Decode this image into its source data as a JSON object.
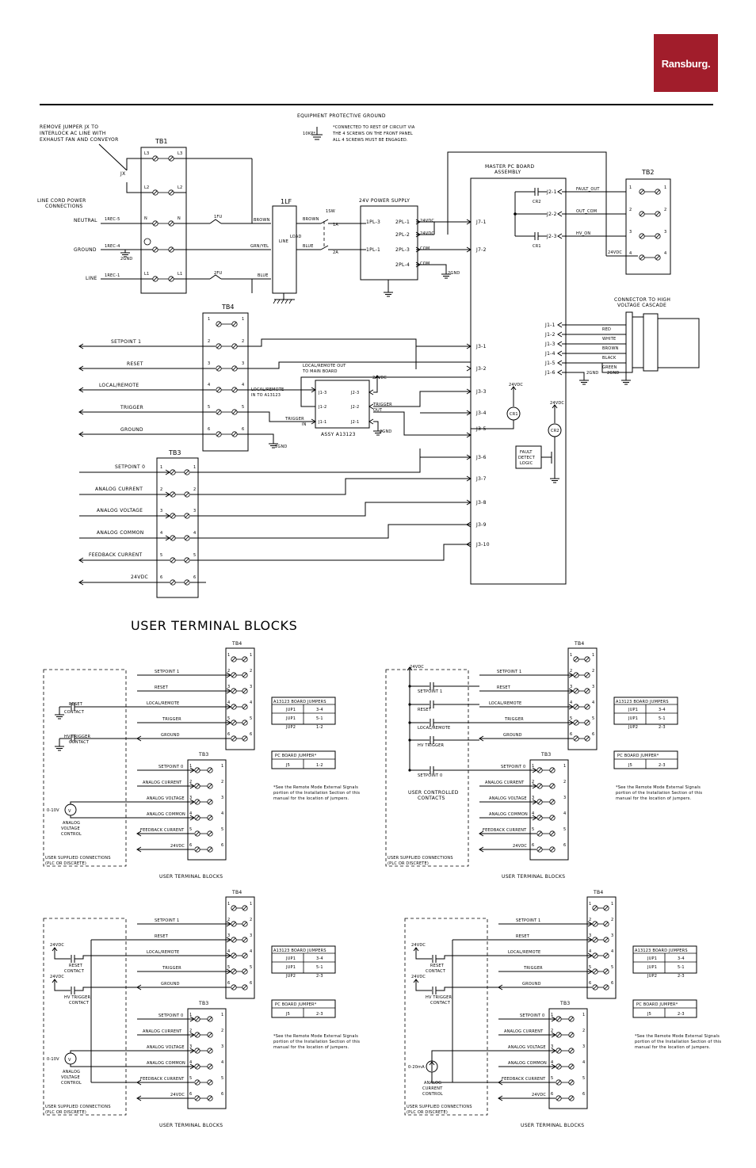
{
  "brand": {
    "name": "Ransburg.",
    "color": "#a11d2b"
  },
  "top": {
    "equipment_ground": "EQUIPMENT PROTECTIVE GROUND",
    "ground_sym_label": "10KP*",
    "ground_note_1": "*CONNECTED TO REST OF CIRCUIT VIA",
    "ground_note_2": "THE 4 SCREWS ON THE FRONT PANEL",
    "ground_note_3": "ALL 4 SCREWS MUST BE ENGAGED.",
    "jumper_note_1": "REMOVE JUMPER JX TO",
    "jumper_note_2": "INTERLOCK AC LINE WITH",
    "jumper_note_3": "EXHAUST FAN AND CONVEYOR",
    "jx": "JX",
    "line_cord_1": "LINE CORD POWER",
    "line_cord_2": "CONNECTIONS",
    "neutral": "NEUTRAL",
    "ground": "GROUND",
    "line": "LINE",
    "tb1": "TB1",
    "tb1_terms": [
      "L3",
      "L2",
      "N",
      "L1"
    ],
    "fuses": [
      "1FU",
      "2FU"
    ],
    "lf": "1LF",
    "lf_line": "LINE",
    "lf_load": "LOAD",
    "wire_brown": "BROWN",
    "wire_grnyel": "GRN/YEL",
    "wire_blue": "BLUE",
    "switch_label": "1SW",
    "switch_1a": "1A",
    "switch_2a": "2A",
    "supply_title": "24V POWER SUPPLY",
    "supply_left": [
      "1PL-3",
      "1PL-1"
    ],
    "supply_right": [
      "2PL-1",
      "2PL-2",
      "2PL-3",
      "2PL-4"
    ],
    "supply_out": [
      "24VDC",
      "24VDC",
      "COM",
      "COM"
    ],
    "master_1": "MASTER PC BOARD",
    "master_2": "ASSEMBLY",
    "j7": [
      "J7-1",
      "J7-2"
    ],
    "relays": [
      "CR2",
      "CR1"
    ],
    "j2": [
      "J2-1",
      "J2-2",
      "J2-3"
    ],
    "outputs": [
      "FAULT_OUT",
      "OUT_COM",
      "HV_ON"
    ],
    "tb2": "TB2",
    "tb2_24vdc": "24VDC",
    "cascade_1": "CONNECTOR TO HIGH",
    "cascade_2": "VOLTAGE CASCADE",
    "j1": [
      "J1-1",
      "J1-2",
      "J1-3",
      "J1-4",
      "J1-5",
      "J1-6"
    ],
    "colors": [
      "RED",
      "WHITE",
      "BROWN",
      "BLACK",
      "GREEN"
    ],
    "gnd": "2GND",
    "tb4": "TB4",
    "tb4_signals": [
      "SETPOINT 1",
      "RESET",
      "LOCAL/REMOTE",
      "TRIGGER",
      "GROUND"
    ],
    "lr_out_1": "LOCAL/REMOTE OUT",
    "lr_out_2": "TO MAIN BOARD",
    "lr_in_1": "LOCAL/REMOTE",
    "lr_in_2": "IN TO A13123",
    "trig_in_1": "TRIGGER",
    "trig_in_2": "IN",
    "trig_out_1": "TRIGGER",
    "trig_out_2": "OUT",
    "sub_left": [
      "J1-3",
      "J1-2",
      "J1-1"
    ],
    "sub_right": [
      "J2-3",
      "J2-2",
      "J2-1"
    ],
    "sub_assy": "ASSY A13123",
    "js": [
      "J3-1",
      "J3-2",
      "J3-3",
      "J3-4",
      "J3-5",
      "J3-6",
      "J3-7",
      "J3-8",
      "J3-9",
      "J3-10"
    ],
    "fault_logic": [
      "FAULT",
      "DETECT",
      "LOGIC"
    ],
    "tb3": "TB3",
    "tb3_signals": [
      "SETPOINT 0",
      "ANALOG CURRENT",
      "ANALOG VOLTAGE",
      "ANALOG COMMON",
      "FEEDBACK CURRENT",
      "24VDC"
    ]
  },
  "section_title": "USER TERMINAL BLOCKS",
  "panels": {
    "caption": "USER TERMINAL BLOCKS",
    "tb4": "TB4",
    "tb3": "TB3",
    "tb4_signals": [
      "SETPOINT 1",
      "RESET",
      "LOCAL/REMOTE",
      "TRIGGER",
      "GROUND"
    ],
    "tb3_signals": [
      "SETPOINT 0",
      "ANALOG CURRENT",
      "ANALOG VOLTAGE",
      "ANALOG COMMON",
      "FEEDBACK CURRENT",
      "24VDC"
    ],
    "a13123_title": "A13123 BOARD JUMPERS",
    "pc_title": "PC BOARD JUMPER*",
    "supplied_1": "USER SUPPLIED CONNECTIONS",
    "supplied_2": "(PLC OR DISCRETE)",
    "note_1": "*See the Remote Mode External Signals",
    "note_2": "portion of the Installation Section of this",
    "note_3": "manual for the location of jumpers.",
    "reset_contact": [
      "RESET",
      "CONTACT"
    ],
    "hv_trigger_contact": [
      "HV TRIGGER",
      "CONTACT"
    ],
    "v_10": "0-10V",
    "ma_20": "0-20mA",
    "v_symbol": "V",
    "analog_voltage_control": [
      "ANALOG",
      "VOLTAGE",
      "CONTROL"
    ],
    "analog_current_control": [
      "ANALOG",
      "CURRENT",
      "CONTROL"
    ],
    "vdc": "24VDC",
    "user_controlled": [
      "USER CONTROLLED",
      "CONTACTS"
    ],
    "user_contacts": [
      "SETPOINT 1",
      "RESET",
      "LOCAL/REMOTE",
      "HV TRIGGER",
      "SETPOINT 0"
    ],
    "a13123_tables": [
      [
        [
          "JUP1",
          "3-4"
        ],
        [
          "JUP1",
          "5-1"
        ],
        [
          "JUP2",
          "1-2"
        ]
      ],
      [
        [
          "JUP1",
          "3-4"
        ],
        [
          "JUP1",
          "5-1"
        ],
        [
          "JUP2",
          "2-3"
        ]
      ],
      [
        [
          "JUP1",
          "3-4"
        ],
        [
          "JUP1",
          "5-1"
        ],
        [
          "JUP2",
          "2-3"
        ]
      ],
      [
        [
          "JUP1",
          "3-4"
        ],
        [
          "JUP1",
          "5-1"
        ],
        [
          "JUP2",
          "2-3"
        ]
      ]
    ],
    "pc_tables": [
      [
        "J5",
        "1-2"
      ],
      [
        "J5",
        "2-3"
      ],
      [
        "J5",
        "2-3"
      ],
      [
        "J5",
        "2-3"
      ]
    ]
  }
}
